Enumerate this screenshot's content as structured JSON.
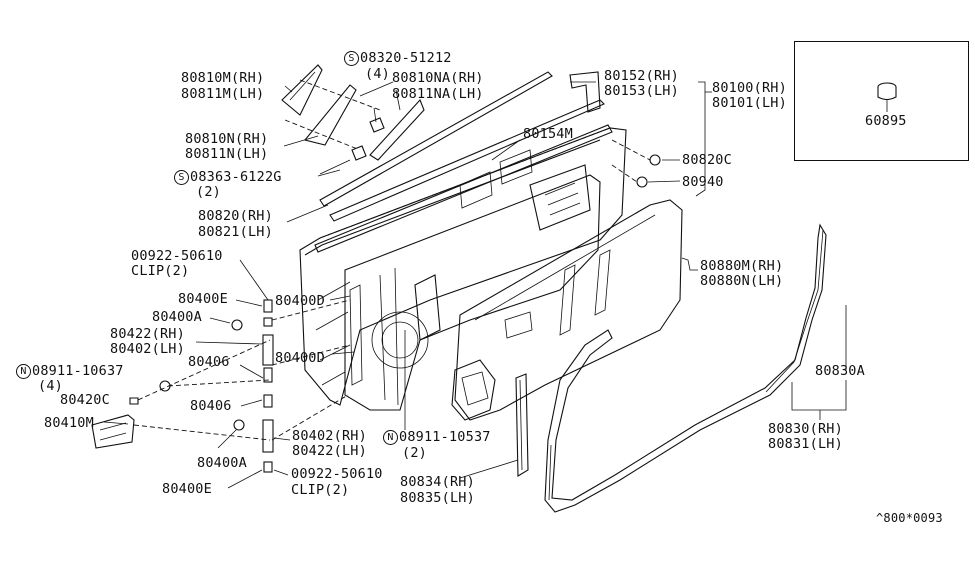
{
  "labels": {
    "l_80810m": "80810M(RH)",
    "l_80811m": "80811M(LH)",
    "l_08320_num": "08320-51212",
    "l_08320_qty": "(4)",
    "l_80810na": "80810NA(RH)",
    "l_80811na": "80811NA(LH)",
    "l_80152": "80152(RH)",
    "l_80153": "80153(LH)",
    "l_80100": "80100(RH)",
    "l_80101": "80101(LH)",
    "l_80810n": "80810N(RH)",
    "l_80811n": "80811N(LH)",
    "l_80154m": "80154M",
    "l_80820c": "80820C",
    "l_08363_num": "08363-6122G",
    "l_08363_qty": "(2)",
    "l_80940": "80940",
    "l_80820": "80820(RH)",
    "l_80821": "80821(LH)",
    "l_00922_top": "00922-50610",
    "l_clip_top": "CLIP(2)",
    "l_80880m": "80880M(RH)",
    "l_80880n": "80880N(LH)",
    "l_80400e_top": "80400E",
    "l_80400d_top": "80400D",
    "l_80400a_top": "80400A",
    "l_80422_top": "80422(RH)",
    "l_80402_top": "80402(LH)",
    "l_80406_top": "80406",
    "l_80400d_mid": "80400D",
    "l_08911a_num": "08911-10637",
    "l_08911a_qty": "(4)",
    "l_80830a": "80830A",
    "l_80420c": "80420C",
    "l_80406_bot": "80406",
    "l_80410m": "80410M",
    "l_80402_bot": "80402(RH)",
    "l_80422_bot": "80422(LH)",
    "l_08911b_num": "08911-10537",
    "l_08911b_qty": "(2)",
    "l_80830": "80830(RH)",
    "l_80831": "80831(LH)",
    "l_80400a_bot": "80400A",
    "l_00922_bot": "00922-50610",
    "l_clip_bot": "CLIP(2)",
    "l_80400e_bot": "80400E",
    "l_80834": "80834(RH)",
    "l_80835": "80835(LH)",
    "l_60895": "60895",
    "l_ref": "^800*0093"
  },
  "prefix_marks": {
    "s": "S",
    "n": "N"
  }
}
